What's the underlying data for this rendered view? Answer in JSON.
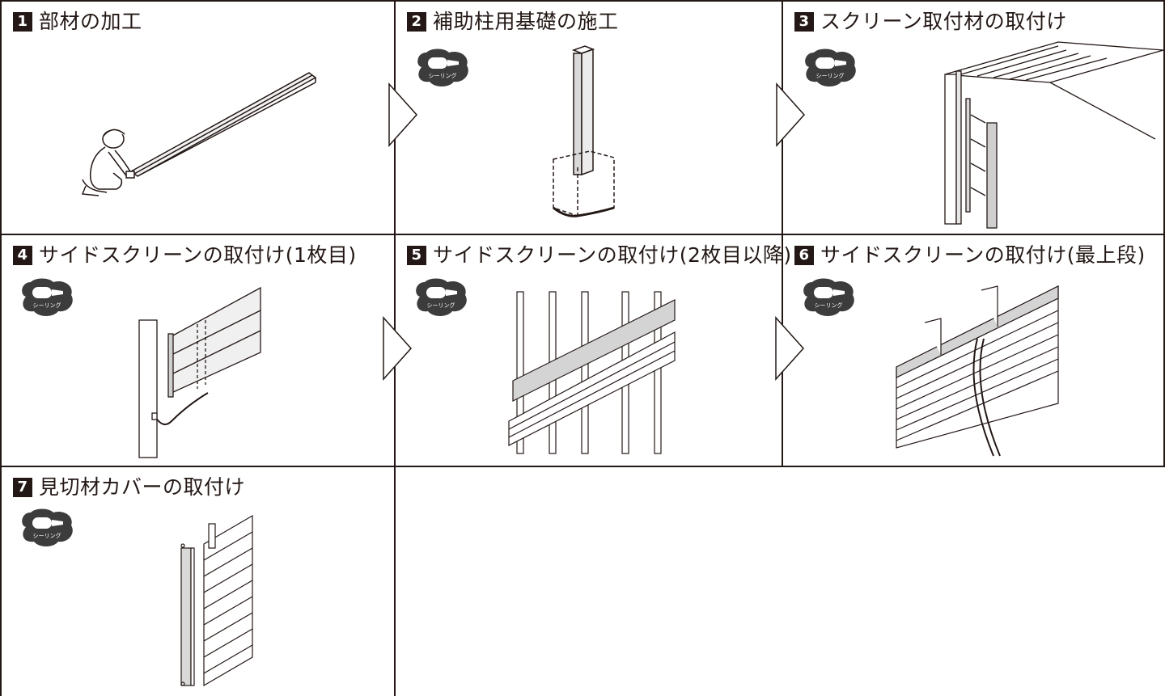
{
  "steps": [
    {
      "num": "1",
      "title": "部材の加工",
      "sealing": false
    },
    {
      "num": "2",
      "title": "補助柱用基礎の施工",
      "sealing": true
    },
    {
      "num": "3",
      "title": "スクリーン取付材の取付け",
      "sealing": true
    },
    {
      "num": "4",
      "title": "サイドスクリーンの取付け(1枚目)",
      "sealing": true
    },
    {
      "num": "5",
      "title": "サイドスクリーンの取付け(2枚目以降)",
      "sealing": true
    },
    {
      "num": "6",
      "title": "サイドスクリーンの取付け(最上段)",
      "sealing": true
    },
    {
      "num": "7",
      "title": "見切材カバーの取付け",
      "sealing": true
    }
  ],
  "sealing_badge_label": "シーリング",
  "icons": {
    "badge": "sealing-gun-icon",
    "arrow": "next-step-arrow-icon"
  }
}
